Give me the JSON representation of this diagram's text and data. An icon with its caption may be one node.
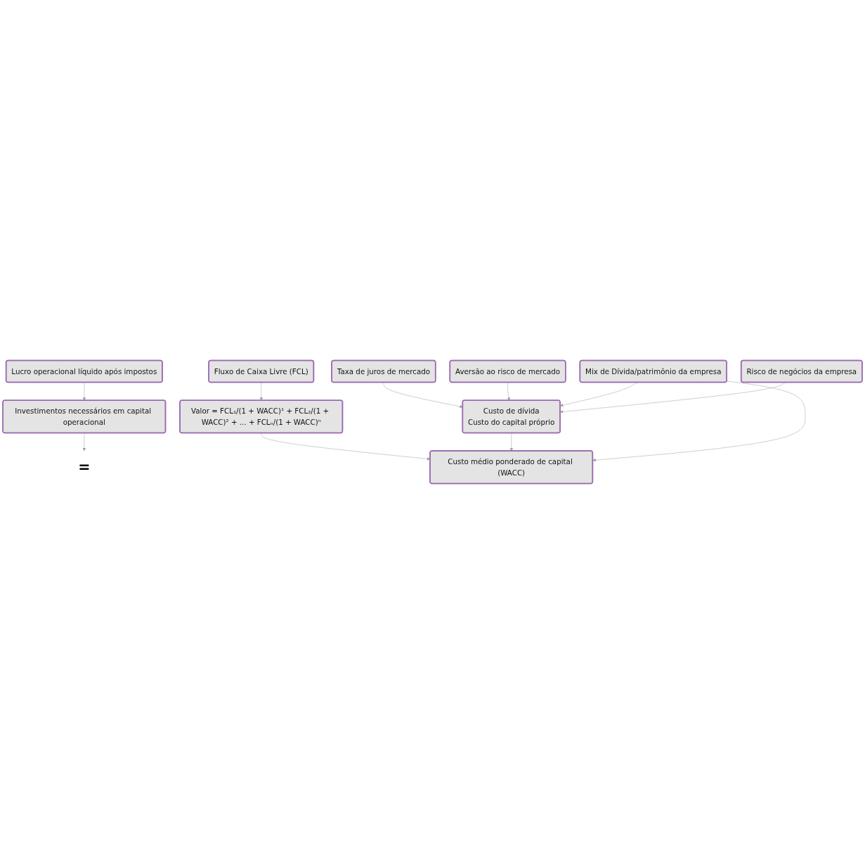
{
  "diagram": {
    "nodes": [
      {
        "text": [
          "Lucro operacional líquido após impostos"
        ]
      },
      {
        "text": [
          "Investimentos necessários em capital operacional"
        ]
      },
      {
        "text": [
          "Fluxo de Caixa Livre (FCL)"
        ]
      },
      {
        "text": [
          "="
        ]
      },
      {
        "text": [
          "Valor = FCL₁/(1 + WACC)¹ + FCL₂/(1 + WACC)² + ... + FCLₙ/(1 + WACC)ⁿ"
        ]
      },
      {
        "text": [
          "Custo médio ponderado de capital (WACC)"
        ]
      },
      {
        "text": [
          "Taxa de juros de mercado"
        ]
      },
      {
        "text": [
          "Custo de dívida",
          "Custo do capital próprio"
        ]
      },
      {
        "text": [
          "Mix de Dívida/patrimônio da empresa"
        ]
      },
      {
        "text": [
          "Aversão ao risco de mercado"
        ]
      },
      {
        "text": [
          "Risco de negócios da empresa"
        ]
      }
    ],
    "edges": [
      {
        "from": 0,
        "to": 1,
        "arrow": "to"
      },
      {
        "from": 1,
        "to": 3,
        "arrow": "to"
      },
      {
        "from": 2,
        "to": 4,
        "arrow": "to"
      },
      {
        "from": 4,
        "to": 5,
        "arrow": "to"
      },
      {
        "from": 7,
        "to": 5,
        "arrow": "to"
      },
      {
        "from": 8,
        "to": 5,
        "arrow": "to"
      },
      {
        "from": 6,
        "to": 7,
        "arrow": "to"
      },
      {
        "from": 9,
        "to": 7,
        "arrow": "to"
      },
      {
        "from": 8,
        "to": 7,
        "arrow": "to"
      },
      {
        "from": 10,
        "to": 7,
        "arrow": "to"
      }
    ]
  }
}
